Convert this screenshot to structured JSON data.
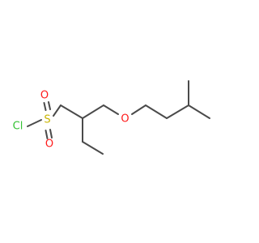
{
  "atoms": {
    "chlorine": {
      "symbol": "Cl",
      "color": "#33c233"
    },
    "sulfur": {
      "symbol": "S",
      "color": "#c8b400"
    },
    "oxygen_top": {
      "symbol": "O",
      "color": "#ff1a1a"
    },
    "oxygen_bottom": {
      "symbol": "O",
      "color": "#ff1a1a"
    },
    "ether_oxygen": {
      "symbol": "O",
      "color": "#ff1a1a"
    }
  },
  "bond_color": "#4a4a4a"
}
